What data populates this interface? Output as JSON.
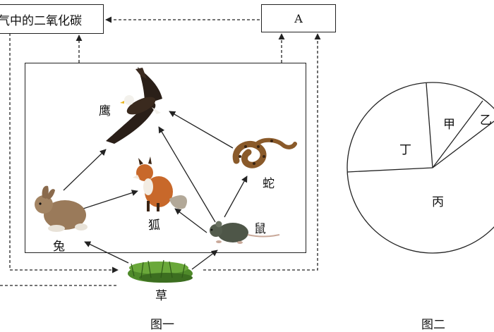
{
  "boxes": {
    "co2": "气中的二氧化碳",
    "a": "A"
  },
  "organisms": {
    "eagle": "鹰",
    "snake": "蛇",
    "fox": "狐",
    "rabbit": "兔",
    "mouse": "鼠",
    "grass": "草"
  },
  "captions": {
    "figure1": "图一",
    "figure2": "图二"
  },
  "pie": {
    "labels": [
      "甲",
      "乙",
      "丙",
      "丁"
    ]
  },
  "colors": {
    "line": "#222222",
    "eagle_dark": "#2a1f18",
    "rabbit": "#9a7a5a",
    "fox": "#c8682a",
    "mouse": "#4e5648",
    "snake": "#8a5a2a",
    "grass": "#4f8a2a"
  }
}
